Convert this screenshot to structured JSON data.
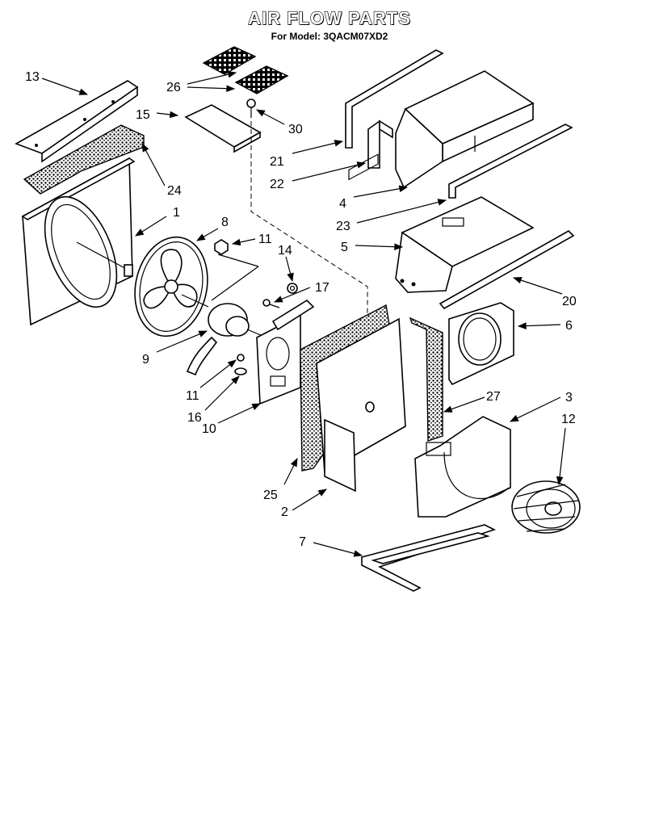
{
  "header": {
    "title": "AIR FLOW PARTS",
    "subtitle": "For Model: 3QACM07XD2"
  },
  "callouts": [
    {
      "id": "c13",
      "text": "13"
    },
    {
      "id": "c26",
      "text": "26"
    },
    {
      "id": "c15",
      "text": "15"
    },
    {
      "id": "c30",
      "text": "30"
    },
    {
      "id": "c21",
      "text": "21"
    },
    {
      "id": "c22",
      "text": "22"
    },
    {
      "id": "c24",
      "text": "24"
    },
    {
      "id": "c1",
      "text": "1"
    },
    {
      "id": "c8",
      "text": "8"
    },
    {
      "id": "c11a",
      "text": "11"
    },
    {
      "id": "c14",
      "text": "14"
    },
    {
      "id": "c17",
      "text": "17"
    },
    {
      "id": "c4",
      "text": "4"
    },
    {
      "id": "c23",
      "text": "23"
    },
    {
      "id": "c5",
      "text": "5"
    },
    {
      "id": "c20",
      "text": "20"
    },
    {
      "id": "c6",
      "text": "6"
    },
    {
      "id": "c9",
      "text": "9"
    },
    {
      "id": "c11b",
      "text": "11"
    },
    {
      "id": "c16",
      "text": "16"
    },
    {
      "id": "c10",
      "text": "10"
    },
    {
      "id": "c27",
      "text": "27"
    },
    {
      "id": "c3",
      "text": "3"
    },
    {
      "id": "c12",
      "text": "12"
    },
    {
      "id": "c25",
      "text": "25"
    },
    {
      "id": "c2",
      "text": "2"
    },
    {
      "id": "c7",
      "text": "7"
    }
  ]
}
